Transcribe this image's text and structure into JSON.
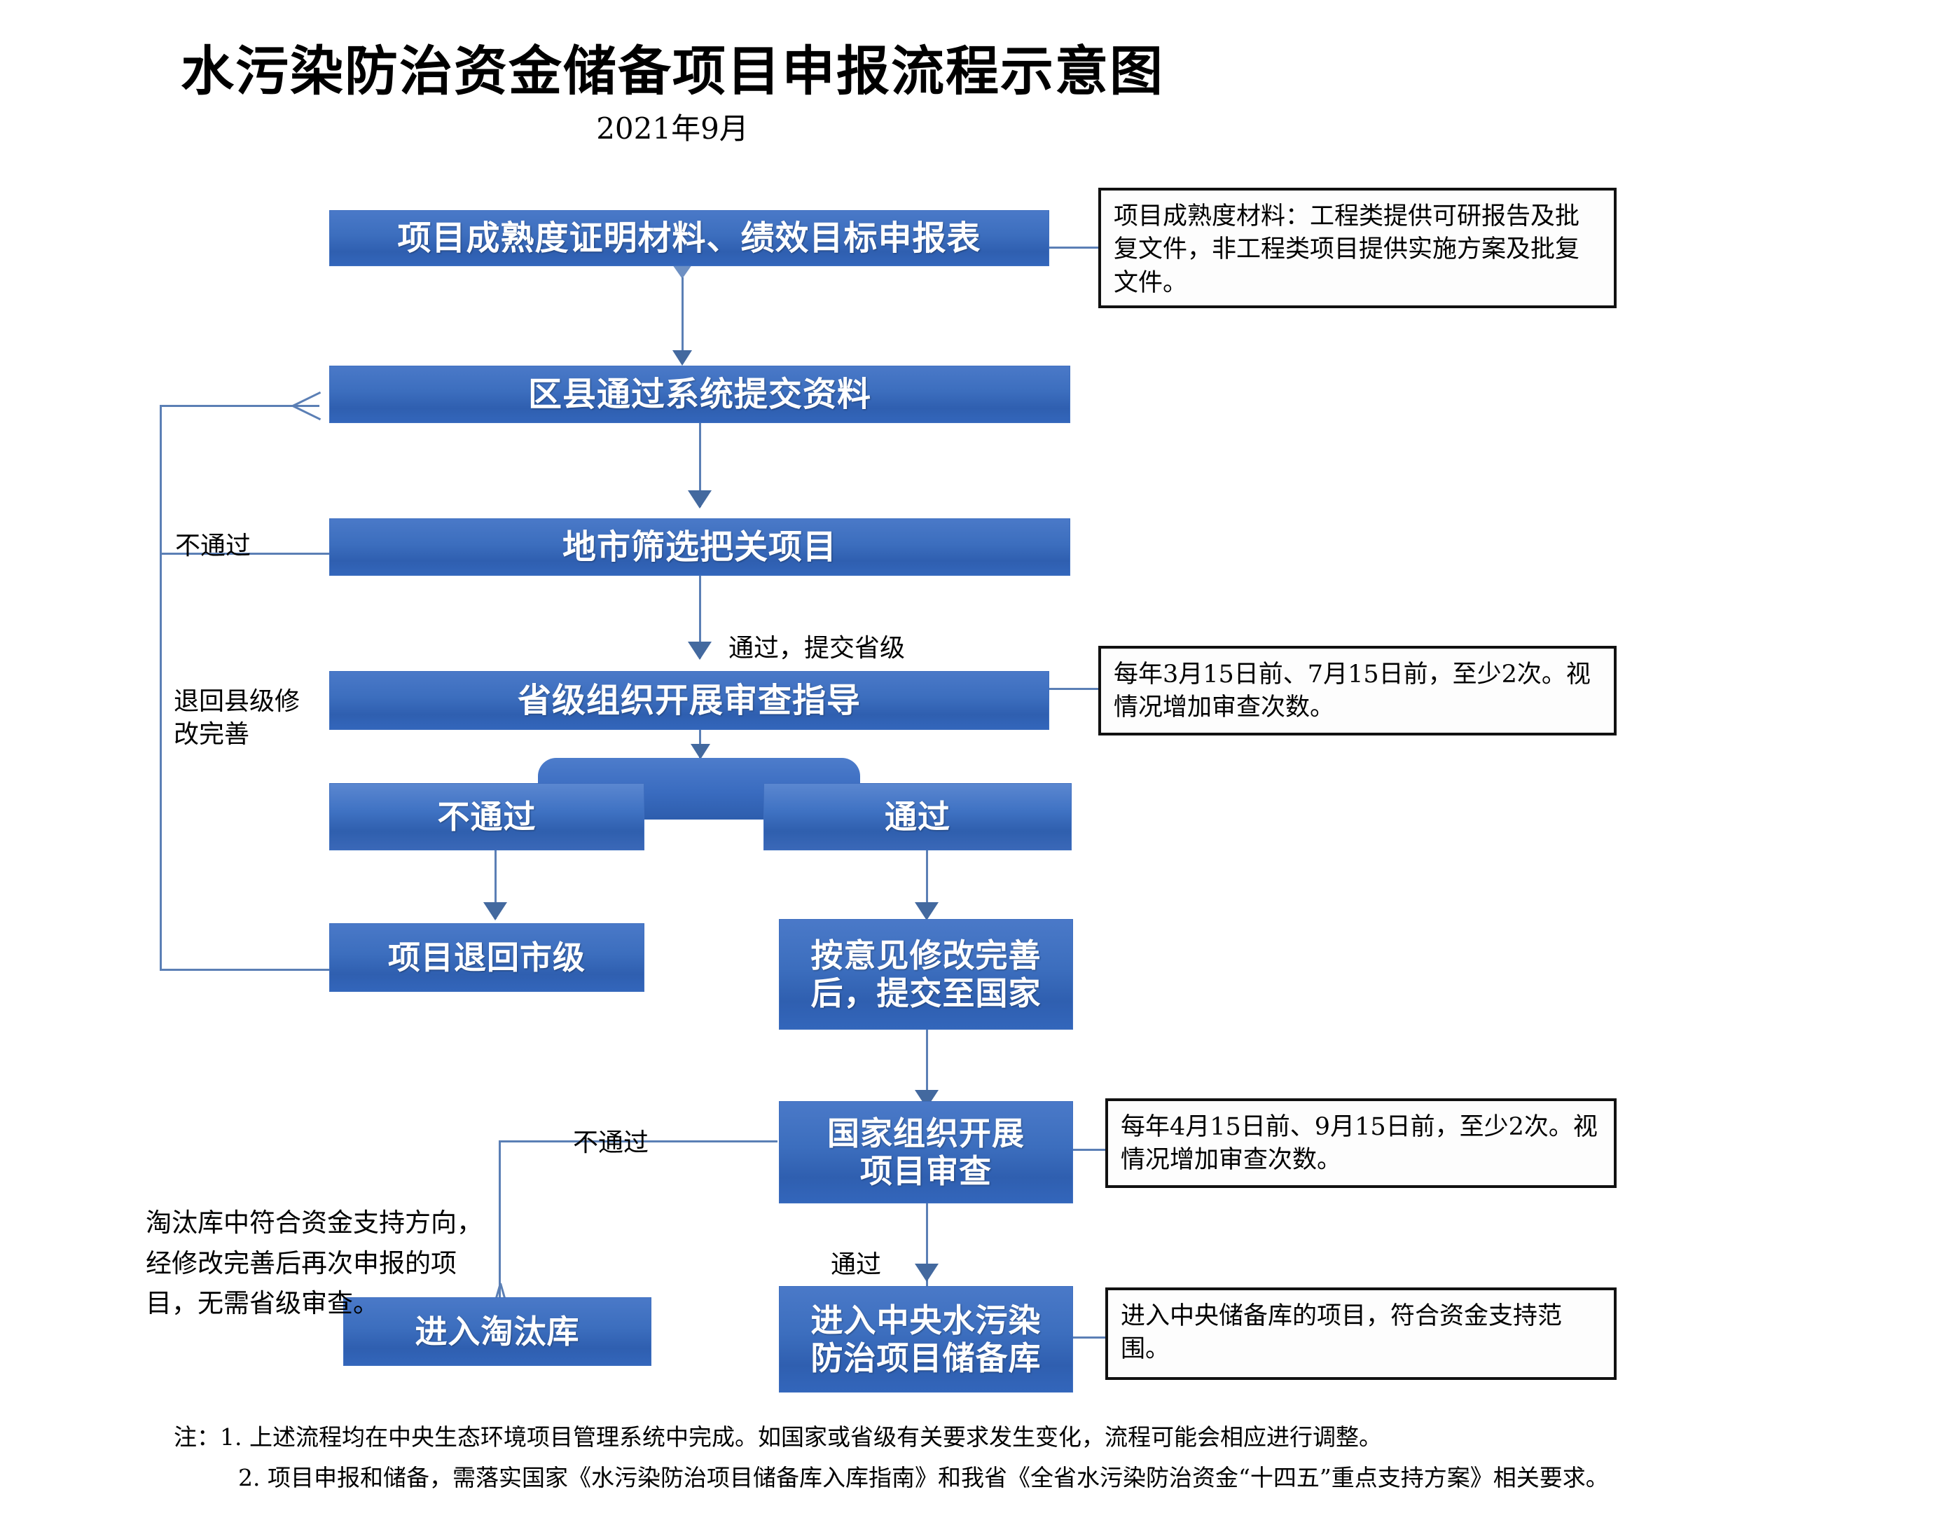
{
  "header": {
    "title": "水污染防治资金储备项目申报流程示意图",
    "subtitle": "2021年9月"
  },
  "nodes": {
    "n1": "项目成熟度证明材料、绩效目标申报表",
    "n2": "区县通过系统提交资料",
    "n3": "地市筛选把关项目",
    "n4": "省级组织开展审查指导",
    "n5_fail": "不通过",
    "n5_pass": "通过",
    "n6": "项目退回市级",
    "n7": "按意见修改完善\n后，提交至国家",
    "n8": "国家组织开展\n项目审查",
    "n9": "进入淘汰库",
    "n10": "进入中央水污染\n防治项目储备库"
  },
  "notes": {
    "note1": "项目成熟度材料：工程类提供可研报告及批复文件，非工程类项目提供实施方案及批复文件。",
    "note2": "每年3月15日前、7月15日前，至少2次。视情况增加审查次数。",
    "note3": "每年4月15日前、9月15日前，至少2次。视情况增加审查次数。",
    "note4": "进入中央储备库的项目，符合资金支持范围。",
    "side_note": "淘汰库中符合资金支持方向，经修改完善后再次申报的项目，无需省级审查。"
  },
  "edge_labels": {
    "e_fail_city": "不通过",
    "e_return_county": "退回县级修\n改完善",
    "e_pass_province": "通过，提交省级",
    "e_fail_national": "不通过",
    "e_pass_national": "通过"
  },
  "footnotes": {
    "line1": "注：1. 上述流程均在中央生态环境项目管理系统中完成。如国家或省级有关要求发生变化，流程可能会相应进行调整。",
    "line2": "2. 项目申报和储备，需落实国家《水污染防治项目储备库入库指南》和我省《全省水污染防治资金“十四五”重点支持方案》相关要求。"
  },
  "colors": {
    "box_fill": "#3c6ebe",
    "box_fill_light": "#4a79c8",
    "connector": "#5b7fb5",
    "arrow": "#43699f",
    "note_border": "#111111",
    "text_dark": "#000000",
    "box_text": "#ffffff"
  }
}
